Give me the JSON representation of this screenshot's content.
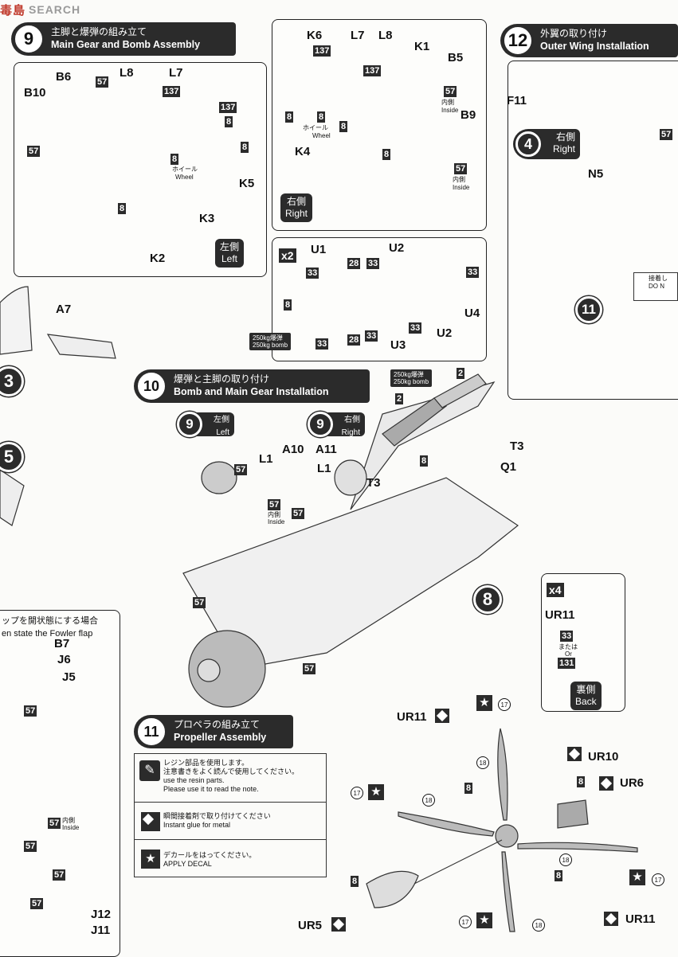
{
  "watermark": {
    "logo": "毒島",
    "text": "SEARCH"
  },
  "step9": {
    "num": "9",
    "jp": "主脚と爆弾の組み立て",
    "en": "Main Gear and Bomb Assembly",
    "side_jp": "左側",
    "side_en": "Left",
    "right_jp": "右側",
    "right_en": "Right",
    "labels": {
      "b6": "B6",
      "l8": "L8",
      "l7": "L7",
      "b10": "B10",
      "k5": "K5",
      "k3": "K3",
      "k2": "K2",
      "k6": "K6",
      "k1": "K1",
      "b5": "B5",
      "b9": "B9",
      "k4": "K4"
    },
    "wheel_jp": "ホイール",
    "wheel_en": "Wheel",
    "inside_jp": "内側",
    "inside_en": "Inside"
  },
  "bomb": {
    "mult": "x2",
    "tag_jp": "250kg爆弾",
    "tag_en": "250kg bomb",
    "labels": {
      "u1": "U1",
      "u2": "U2",
      "u4": "U4",
      "u3": "U3",
      "u2b": "U2"
    }
  },
  "step10": {
    "num": "10",
    "jp": "爆弾と主脚の取り付け",
    "en": "Bomb and Main Gear Installation",
    "left_num": "9",
    "left_jp": "左側",
    "left_en": "Left",
    "right_num": "9",
    "right_jp": "右側",
    "right_en": "Right",
    "labels": {
      "a7": "A7",
      "a10": "A10",
      "a11": "A11",
      "l1": "L1",
      "l1b": "L1",
      "t3": "T3",
      "t3b": "T3",
      "q1": "Q1"
    },
    "ref_step": "8",
    "ref3": "3",
    "ref5": "5"
  },
  "step12": {
    "num": "12",
    "jp": "外翼の取り付け",
    "en": "Outer Wing Installation",
    "side_jp": "右側",
    "side_en": "Right",
    "ref": "4",
    "labels": {
      "f11": "F11",
      "n5": "N5"
    },
    "note_jp": "接着し",
    "note_en": "DO N",
    "ref11": "11"
  },
  "flap": {
    "jp": "ップを開状態にする場合",
    "en": "en state the Fowler flap",
    "labels": {
      "b7": "B7",
      "j6": "J6",
      "j5": "J5",
      "j12": "J12",
      "j11": "J11"
    }
  },
  "prop_blade": {
    "mult": "x4",
    "label": "UR11",
    "code_a": "33",
    "or_jp": "または",
    "or_en": "Or",
    "code_b": "131",
    "side_jp": "裏側",
    "side_en": "Back"
  },
  "step11": {
    "num": "11",
    "jp": "プロペラの組み立て",
    "en": "Propeller Assembly",
    "legend": [
      {
        "jp": "レジン部品を使用します。",
        "jp2": "注意書きをよく読んで使用してください。",
        "en": "use the resin parts.",
        "en2": "Please use it to read the note."
      },
      {
        "jp": "瞬間接着剤で取り付けてください",
        "en": "Instant glue for metal"
      },
      {
        "jp": "デカールをはってください。",
        "en": "APPLY DECAL"
      }
    ],
    "labels": {
      "ur11a": "UR11",
      "ur10": "UR10",
      "ur6": "UR6",
      "ur5": "UR5",
      "ur11b": "UR11"
    },
    "decal17": "17",
    "decal18": "18",
    "code8": "8"
  },
  "colors": {
    "dark": "#2b2b2b",
    "paper": "#fbfbf9"
  }
}
